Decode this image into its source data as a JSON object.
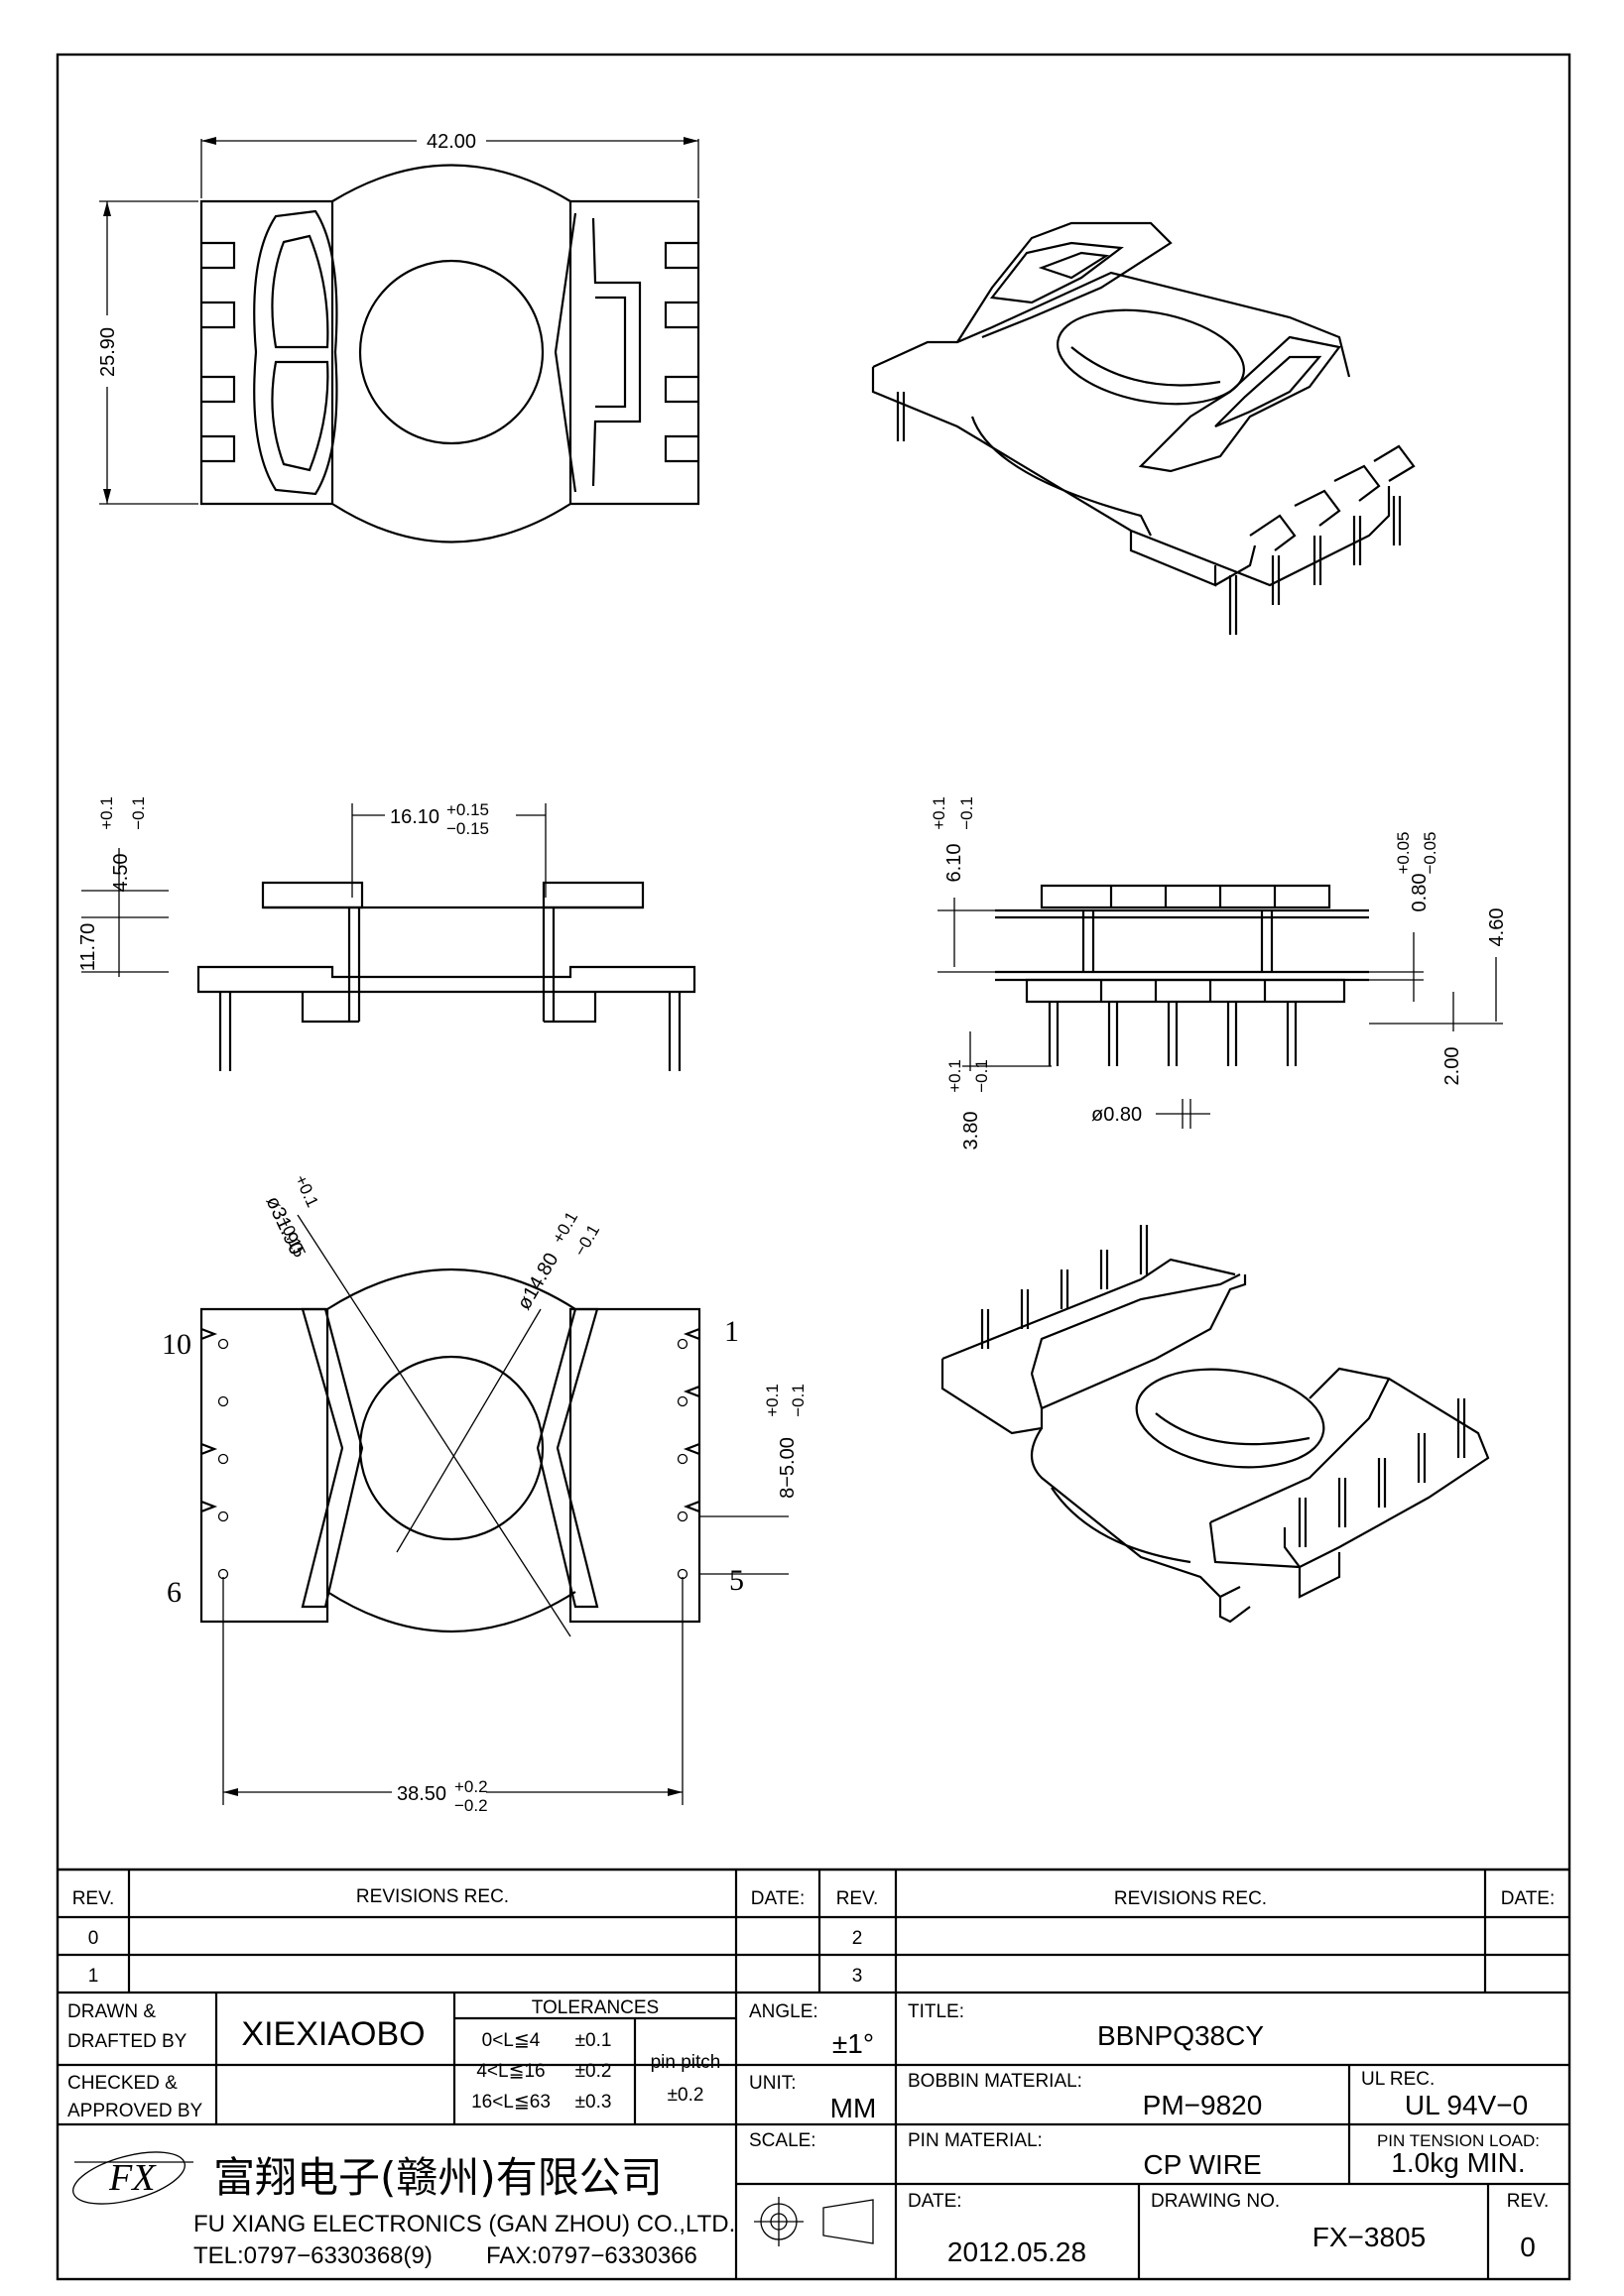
{
  "dimensions": {
    "width_42": "42.00",
    "height_25_90": "25.90",
    "side_16_10": "16.10",
    "side_16_10_tol_plus": "+0.15",
    "side_16_10_tol_minus": "−0.15",
    "side_4_50": "4.50",
    "side_4_50_tol_plus": "+0.1",
    "side_4_50_tol_minus": "−0.1",
    "side_11_70": "11.70",
    "front_6_10": "6.10",
    "front_6_10_tol_plus": "+0.1",
    "front_6_10_tol_minus": "−0.1",
    "front_0_80": "0.80",
    "front_0_80_tol_plus": "+0.05",
    "front_0_80_tol_minus": "−0.05",
    "front_4_60": "4.60",
    "front_2_00": "2.00",
    "front_3_80": "3.80",
    "front_3_80_tol_plus": "+0.1",
    "front_3_80_tol_minus": "−0.1",
    "pin_dia": "ø0.80",
    "outer_dia": "ø31.90",
    "outer_dia_tol_plus": "+0.1",
    "outer_dia_tol_minus": "−0.15",
    "inner_dia": "ø14.80",
    "inner_dia_tol_plus": "+0.1",
    "inner_dia_tol_minus": "−0.1",
    "pitch_8_5": "8−5.00",
    "pitch_8_5_tol_plus": "+0.1",
    "pitch_8_5_tol_minus": "−0.1",
    "row_38_50": "38.50",
    "row_38_50_tol_plus": "+0.2",
    "row_38_50_tol_minus": "−0.2"
  },
  "pins": {
    "p10": "10",
    "p1": "1",
    "p6": "6",
    "p5": "5"
  },
  "title_block": {
    "rev_header": "REV.",
    "revisions_header": "REVISIONS   REC.",
    "date_header": "DATE:",
    "rev_rows_left": [
      "0",
      "1"
    ],
    "rev_rows_right": [
      "2",
      "3"
    ],
    "drawn_label_1": "DRAWN  &",
    "drawn_label_2": "DRAFTED  BY",
    "drawn_value": "XIEXIAOBO",
    "checked_label_1": "CHECKED  &",
    "checked_label_2": "APPROVED  BY",
    "tolerances_header": "TOLERANCES",
    "tol_rows": [
      {
        "range": "0<L≦4",
        "value": "±0.1"
      },
      {
        "range": "4<L≦16",
        "value": "±0.2"
      },
      {
        "range": "16<L≦63",
        "value": "±0.3"
      }
    ],
    "pin_pitch_label": "pin  pitch",
    "pin_pitch_value": "±0.2",
    "angle_label": "ANGLE:",
    "angle_value": "±1°",
    "unit_label": "UNIT:",
    "unit_value": "MM",
    "scale_label": "SCALE:",
    "title_label": "TITLE:",
    "title_value": "BBNPQ38CY",
    "bobbin_label": "BOBBIN  MATERIAL:",
    "bobbin_value": "PM−9820",
    "ul_label": "UL  REC.",
    "ul_value": "UL  94V−0",
    "pin_material_label": "PIN  MATERIAL:",
    "pin_material_value": "CP  WIRE",
    "tension_label": "PIN  TENSION  LOAD:",
    "tension_value": "1.0kg  MIN.",
    "date_label": "DATE:",
    "date_value": "2012.05.28",
    "drawing_no_label": "DRAWING  NO.",
    "drawing_no_value": "FX−3805",
    "rev_label": "REV.",
    "rev_value": "0",
    "company_cn": "富翔电子(赣州)有限公司",
    "company_en": "FU  XIANG  ELECTRONICS  (GAN  ZHOU)  CO.,LTD.",
    "tel": "TEL:0797−6330368(9)",
    "fax": "FAX:0797−6330366",
    "logo_letters": "FX"
  }
}
